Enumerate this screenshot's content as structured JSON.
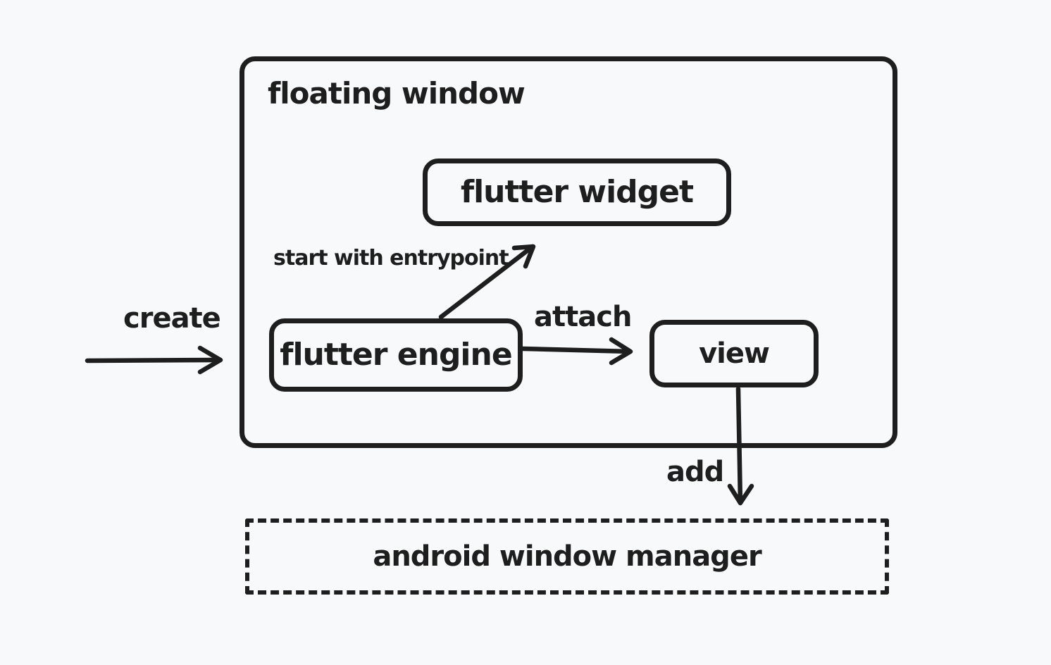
{
  "nodes": {
    "floating_window": "floating window",
    "flutter_widget": "flutter widget",
    "flutter_engine": "flutter engine",
    "view": "view",
    "android_window_manager": "android window manager"
  },
  "edges": {
    "create": "create",
    "start_with_entrypoint": "start with entrypoint",
    "attach": "attach",
    "add": "add"
  },
  "colors": {
    "background": "#f8f9fa",
    "stroke": "#1e1e1e"
  }
}
